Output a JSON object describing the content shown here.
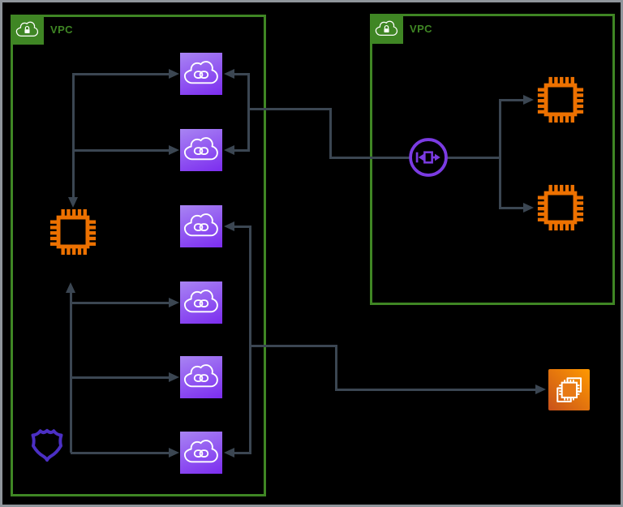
{
  "vpc_left": {
    "label": "VPC"
  },
  "vpc_right": {
    "label": "VPC"
  },
  "colors": {
    "background": "#000000",
    "frame": "#8f959b",
    "connector": "#3b4652",
    "vpc_green": "#3f8624",
    "compute_orange": "#ed7100",
    "service_gradient_start": "#c8511b",
    "service_gradient_end": "#ff9900",
    "endpoint_gradient_start": "#a884f2",
    "endpoint_gradient_end": "#7c2df0",
    "transit_gateway_purple": "#7b3be2",
    "network_acl_indigo": "#4b2fc4"
  },
  "icons": {
    "vpc_group": "cloud-lock",
    "vpc_endpoint": "cloud-chain-link",
    "ec2_instance": "chip-outline",
    "transit_gateway": "circle-router-arrows",
    "ec2_service": "chip-with-instances",
    "network_acl": "shield-badge"
  }
}
